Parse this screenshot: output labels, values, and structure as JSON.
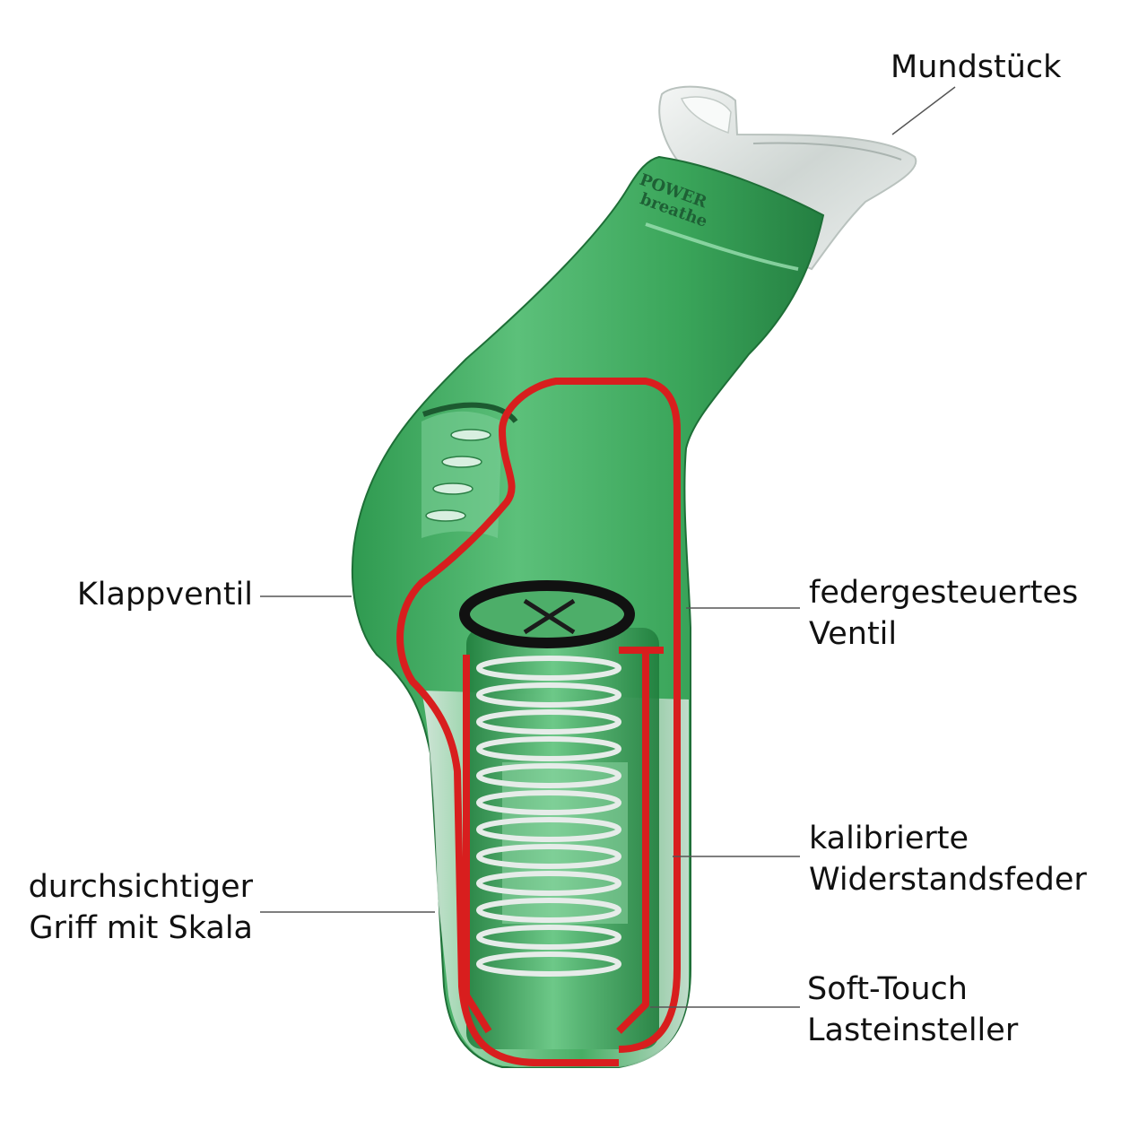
{
  "labels": {
    "mouthpiece": [
      "Mundstück"
    ],
    "flap_valve": [
      "Klappventil"
    ],
    "spring_valve": [
      "federgesteuertes",
      "Ventil"
    ],
    "calibrated_spring": [
      "kalibrierte",
      "Widerstandsfeder"
    ],
    "transparent_grip": [
      "durchsichtiger",
      "Griff mit Skala"
    ],
    "load_adjuster": [
      "Soft-Touch",
      "Lasteinsteller"
    ]
  },
  "device_print": [
    "POWER",
    "breathe"
  ],
  "colors": {
    "body_green": "#3aa55a",
    "body_dark": "#1f7a3c",
    "cutaway_red": "#d81e1e",
    "mouthpiece_clear": "#dfe4e2",
    "leader_line": "#555555",
    "text": "#111111"
  }
}
